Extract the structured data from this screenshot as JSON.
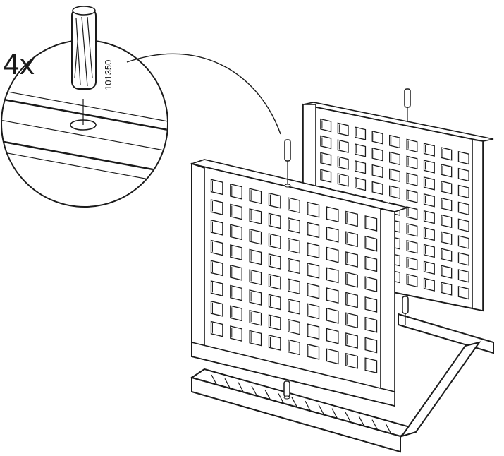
{
  "instruction": {
    "quantity_label": "4x",
    "part_number": "101350",
    "part_name_icon": "wooden-dowel-icon"
  },
  "colors": {
    "line": "#1a1a1a",
    "fill": "#ffffff",
    "shade": "#d9d9d9"
  },
  "grid": {
    "front_panel_rows": 8,
    "front_panel_cols": 9,
    "back_panel_rows": 9,
    "back_panel_cols": 9
  }
}
